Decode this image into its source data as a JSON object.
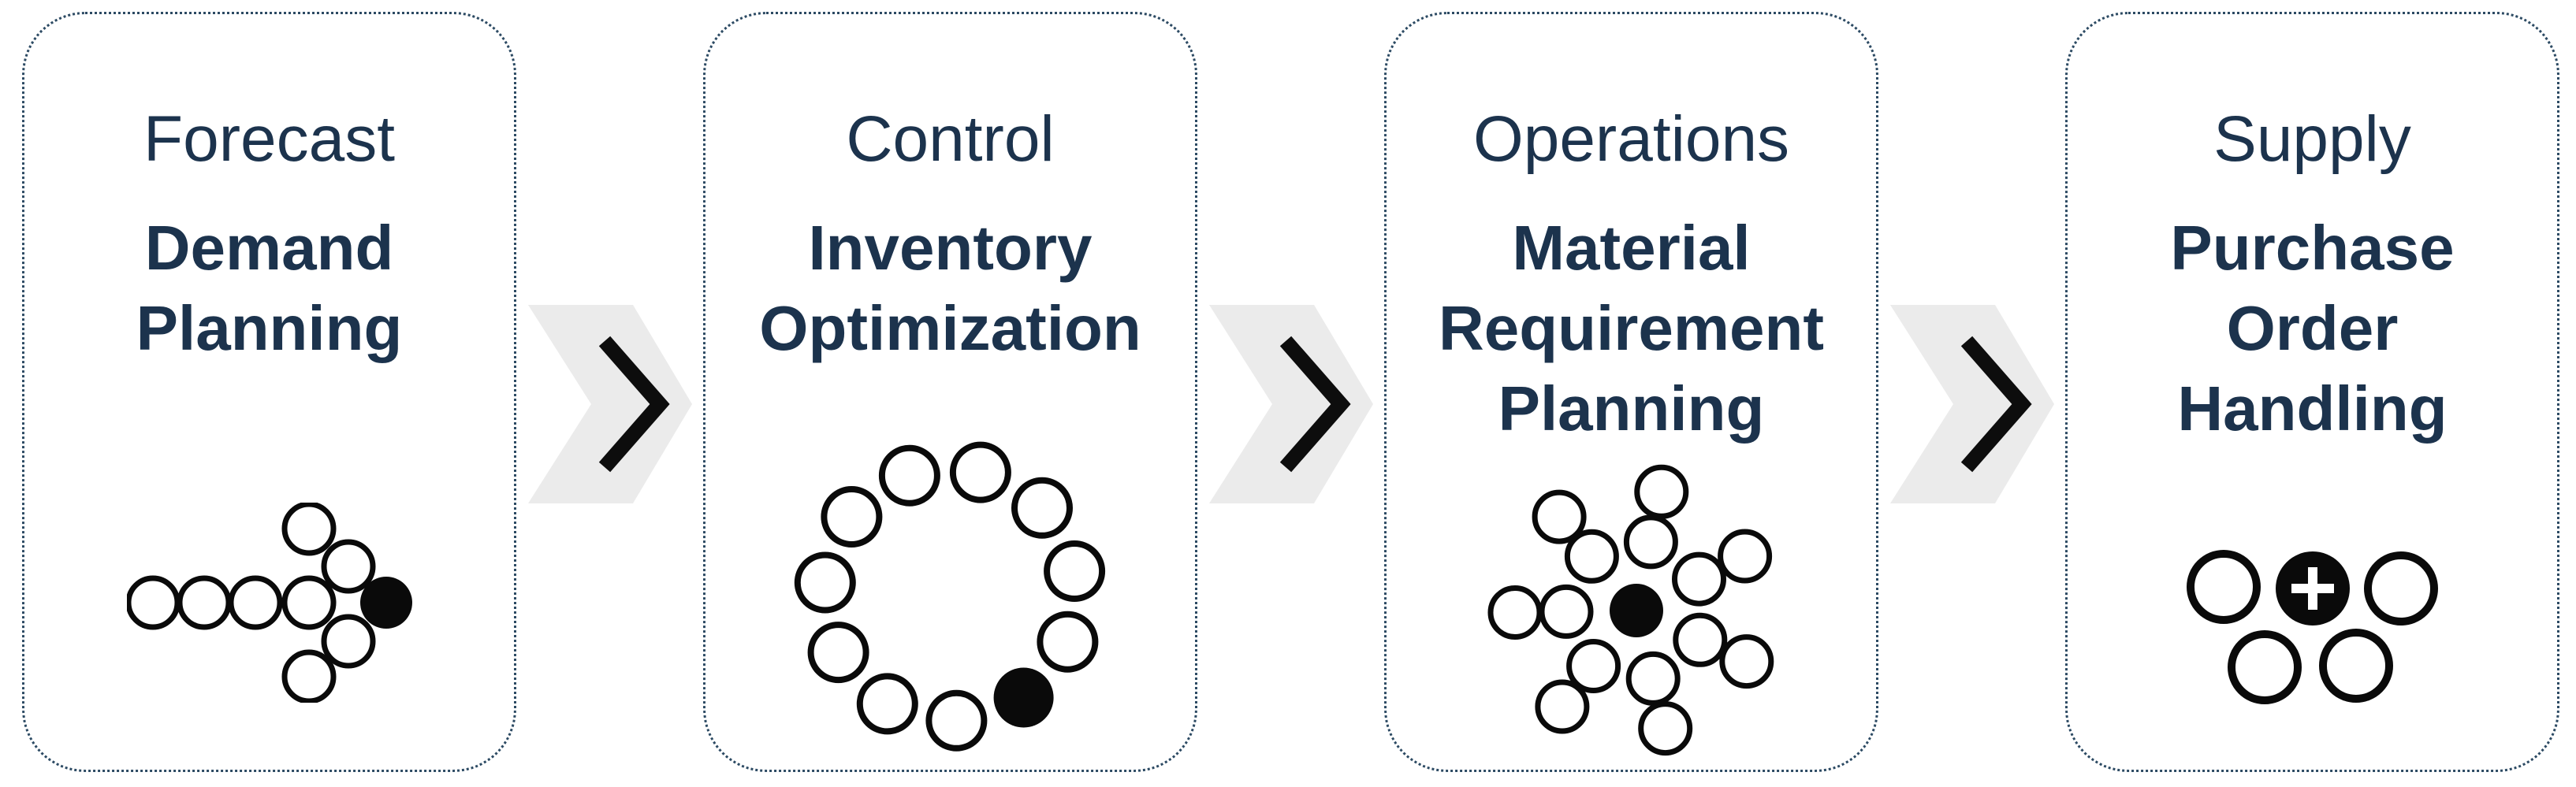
{
  "colors": {
    "text_navy": "#1c334d",
    "border_navy": "#2c4a63",
    "icon_black": "#0a0a0a",
    "chevron_gray": "#ebebeb"
  },
  "steps": [
    {
      "category": "Forecast",
      "title": "Demand\nPlanning",
      "icon": "circles-arrow-right-icon"
    },
    {
      "category": "Control",
      "title": "Inventory\nOptimization",
      "icon": "circles-ring-icon"
    },
    {
      "category": "Operations",
      "title": "Material\nRequirement\nPlanning",
      "icon": "circles-starburst-icon"
    },
    {
      "category": "Supply",
      "title": "Purchase\nOrder\nHandling",
      "icon": "circles-cluster-plus-icon"
    }
  ],
  "connector": {
    "icon": "chevron-right-icon"
  }
}
